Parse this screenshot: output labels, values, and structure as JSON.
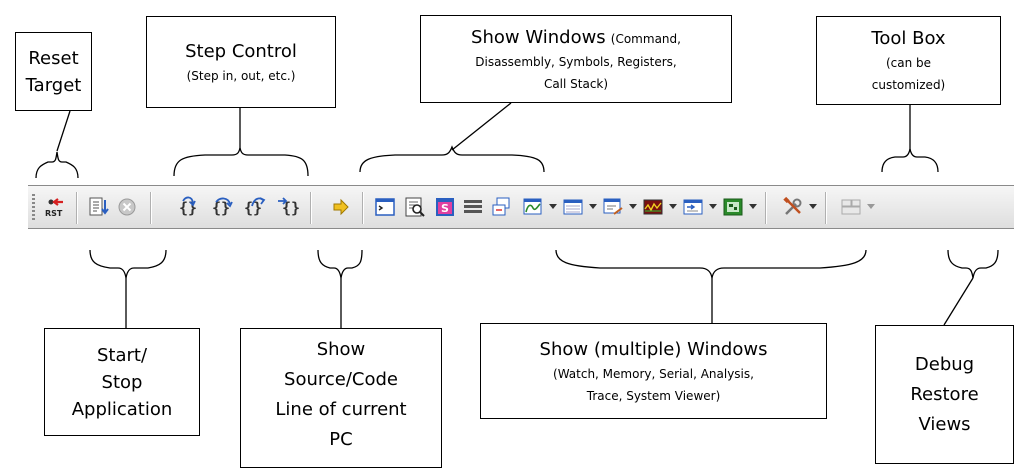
{
  "callouts": {
    "reset": [
      "Reset",
      "Target"
    ],
    "step": {
      "title": "Step Control",
      "sub": "(Step in, out, etc.)"
    },
    "show_windows": {
      "title": "Show Windows",
      "title_sub": "(Command,",
      "lines": [
        "Disassembly, Symbols, Registers,",
        "Call Stack)"
      ]
    },
    "toolbox": {
      "title": "Tool Box",
      "lines": [
        "(can be",
        "customized)"
      ]
    },
    "start_stop": [
      "Start/",
      "Stop",
      "Application"
    ],
    "show_source": [
      "Show",
      "Source/Code",
      "Line of current",
      "PC"
    ],
    "multi_windows": {
      "title": "Show (multiple) Windows",
      "lines": [
        "(Watch, Memory, Serial, Analysis,",
        "Trace, System Viewer)"
      ]
    },
    "restore": [
      "Debug",
      "Restore",
      "Views"
    ]
  },
  "toolbar": {
    "rst_label": "RST",
    "step_glyphs": [
      "{}",
      "{}",
      "{}",
      "{}"
    ]
  },
  "colors": {
    "arrow_red": "#d62020",
    "step_blue": "#2a5fc0",
    "arrow_yellow": "#f0c020"
  }
}
